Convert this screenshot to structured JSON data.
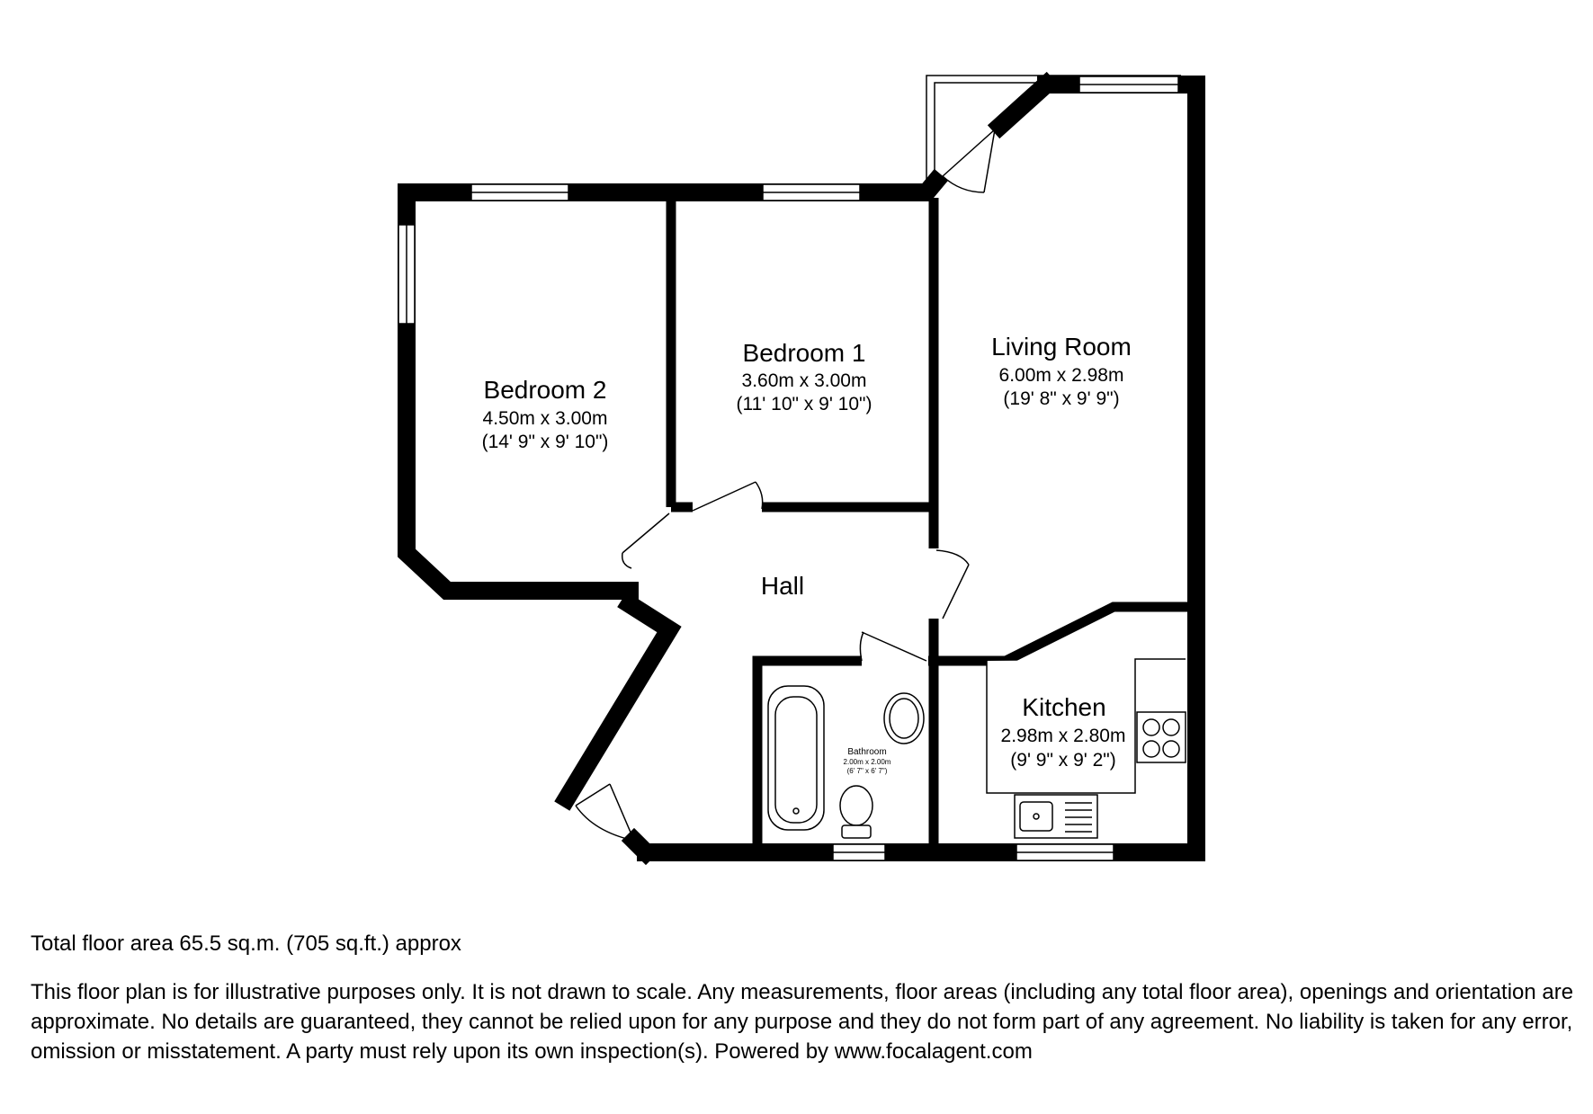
{
  "rooms": {
    "bedroom2": {
      "name": "Bedroom 2",
      "metric": "4.50m x 3.00m",
      "imperial": "(14' 9\" x 9' 10\")"
    },
    "bedroom1": {
      "name": "Bedroom 1",
      "metric": "3.60m x 3.00m",
      "imperial": "(11' 10\" x 9' 10\")"
    },
    "living_room": {
      "name": "Living Room",
      "metric": "6.00m x 2.98m",
      "imperial": "(19' 8\" x 9' 9\")"
    },
    "hall": {
      "name": "Hall"
    },
    "kitchen": {
      "name": "Kitchen",
      "metric": "2.98m x 2.80m",
      "imperial": "(9' 9\" x 9' 2\")"
    },
    "bathroom": {
      "name": "Bathroom",
      "metric": "2.00m x 2.00m",
      "imperial": "(6' 7\" x 6' 7\")"
    }
  },
  "footer": {
    "total_area": "Total floor area 65.5 sq.m. (705 sq.ft.) approx",
    "disclaimer": "This floor plan is for illustrative purposes only. It is not drawn to scale. Any measurements, floor areas (including any total floor area), openings and orientation are approximate. No details are guaranteed, they cannot be relied upon for any purpose and they do not form part of any agreement. No liability is taken for any error, omission or misstatement. A party must rely upon its own inspection(s). Powered by www.focalagent.com"
  },
  "colors": {
    "wall": "#000000",
    "background": "#ffffff",
    "fixture_line": "#000000"
  }
}
